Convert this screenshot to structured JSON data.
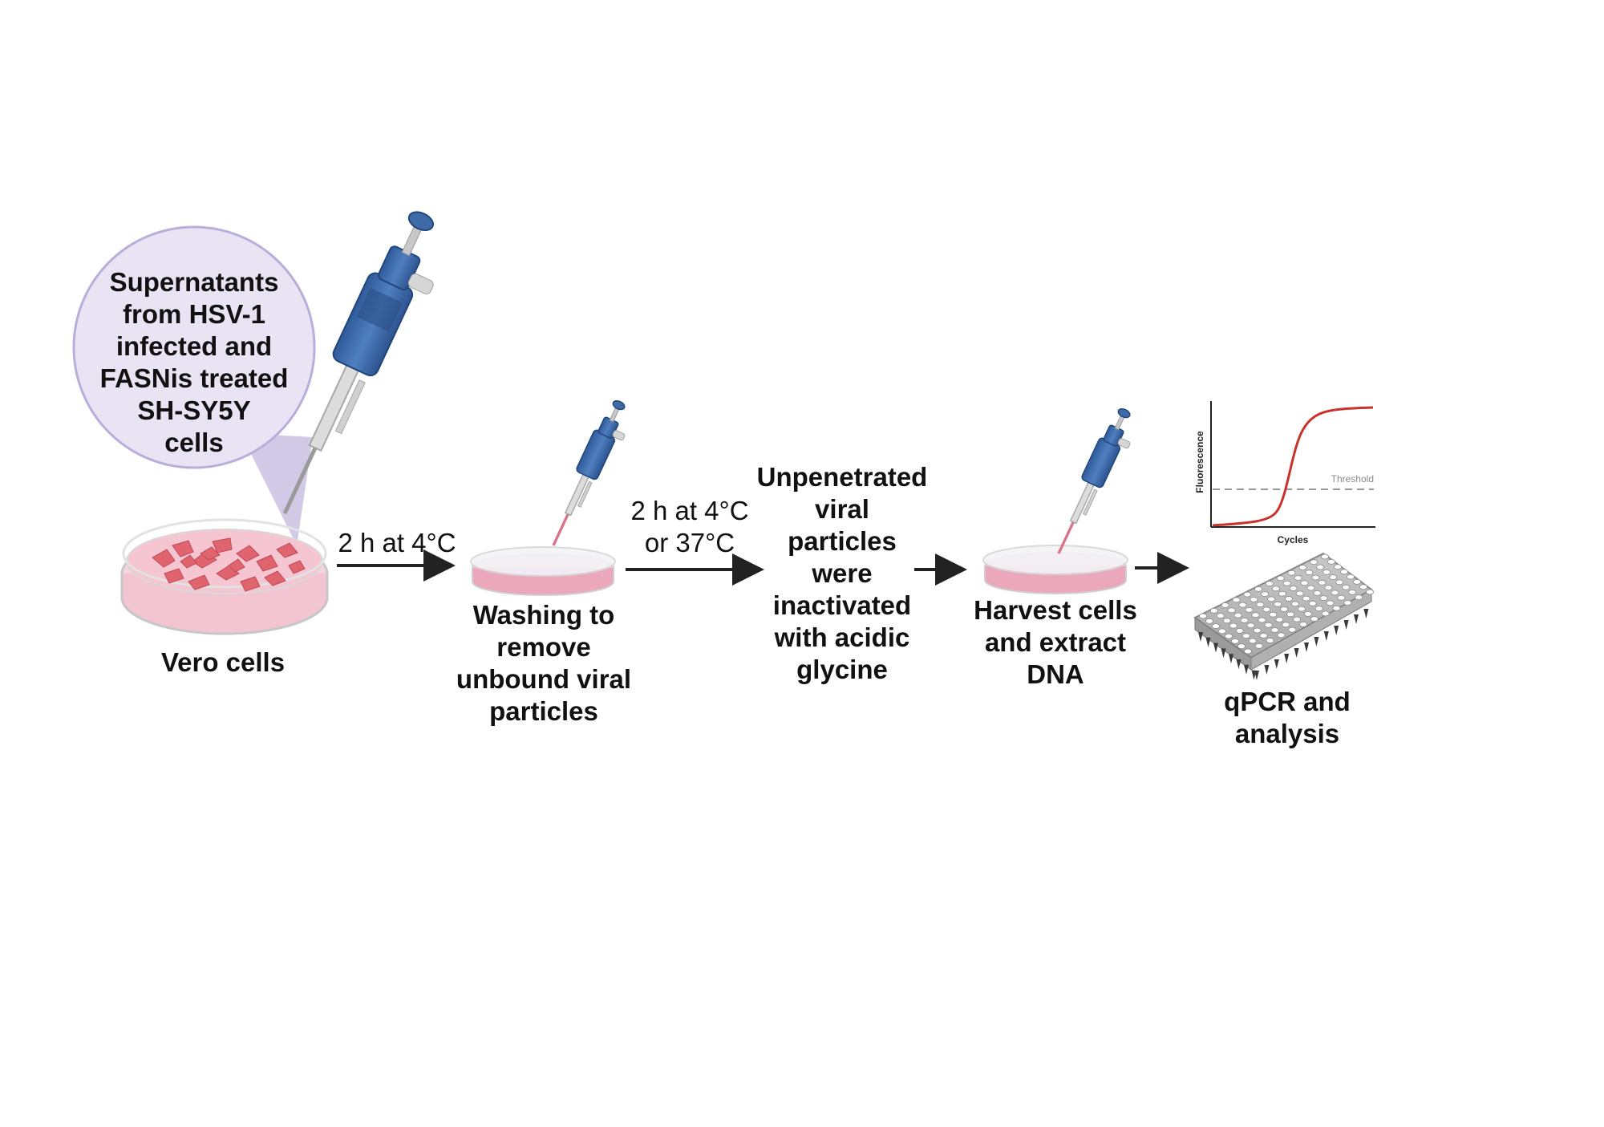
{
  "bubble": {
    "lines": [
      "Supernatants",
      "from HSV-1",
      "infected and",
      "FASNis treated",
      "SH-SY5Y",
      "cells"
    ]
  },
  "steps": [
    {
      "lines": [
        "Vero cells"
      ]
    },
    {
      "lines": [
        "Washing to",
        "remove",
        "unbound viral",
        "particles"
      ]
    },
    {
      "lines": [
        "Unpenetrated",
        "viral",
        "particles",
        "were",
        "inactivated",
        "with acidic",
        "glycine"
      ]
    },
    {
      "lines": [
        "Harvest cells",
        "and extract",
        "DNA"
      ]
    },
    {
      "lines": [
        "qPCR and",
        "analysis"
      ]
    }
  ],
  "conditions": [
    {
      "lines": [
        "2 h at 4°C"
      ]
    },
    {
      "lines": [
        "2 h at 4°C",
        "or 37°C"
      ]
    }
  ],
  "qpcr_plot": {
    "ylabel": "Fluorescence",
    "xlabel": "Cycles",
    "threshold_label": "Threshold"
  },
  "colors": {
    "bubble_fill": "#e9e4f4",
    "bubble_stroke": "#b9aedb",
    "pipette_blue": "#3f6aa8",
    "dish_medium": "#f4b8c8",
    "cell_red": "#e0646e",
    "curve": "#c9312b",
    "arrow": "#222222"
  }
}
